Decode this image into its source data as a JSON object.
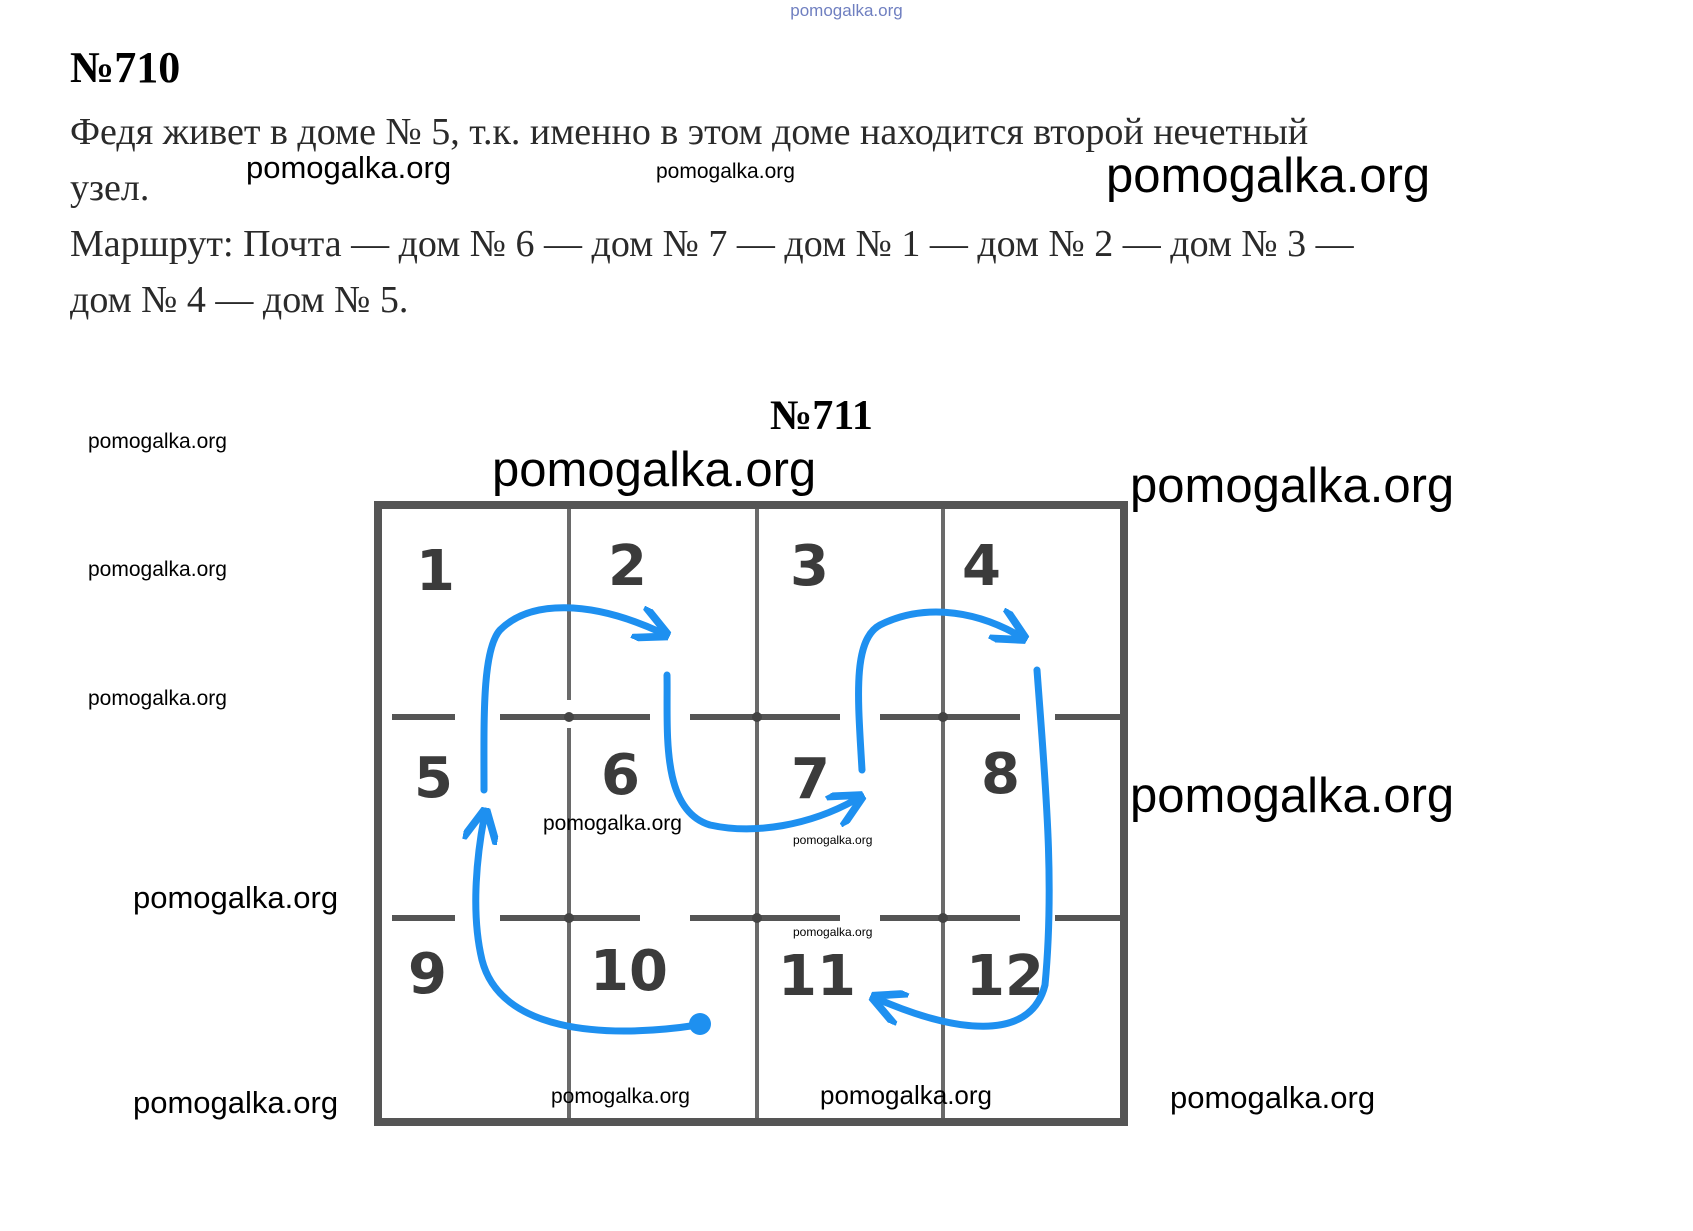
{
  "header_watermark": "pomogalka.org",
  "task710": {
    "title": "№710",
    "line1": "Федя живет в доме № 5, т.к. именно в этом доме находится второй нечетный",
    "line2": "узел.",
    "line3": "Маршрут: Почта — дом № 6 — дом № 7 — дом № 1 — дом № 2 — дом № 3 —",
    "line4": "дом № 4 — дом № 5."
  },
  "task711": {
    "title": "№711",
    "grid": {
      "cells": [
        "1",
        "2",
        "3",
        "4",
        "5",
        "6",
        "7",
        "8",
        "9",
        "10",
        "11",
        "12"
      ],
      "line_color": "#555555",
      "arrow_color": "#1e90f0"
    }
  },
  "watermarks": {
    "w1": "pomogalka.org",
    "w2": "pomogalka.org",
    "w3": "pomogalka.org",
    "w4": "pomogalka.org",
    "w5": "pomogalka.org",
    "w6": "pomogalka.org",
    "w7": "pomogalka.org",
    "w8": "pomogalka.org",
    "w9": "pomogalka.org",
    "w10": "pomogalka.org",
    "w11": "pomogalka.org",
    "w12": "pomogalka.org",
    "w13": "pomogalka.org",
    "w14": "pomogalka.org",
    "w15": "pomogalka.org",
    "w16": "pomogalka.org",
    "w17": "pomogalka.org",
    "w18": "pomogalka.org"
  }
}
